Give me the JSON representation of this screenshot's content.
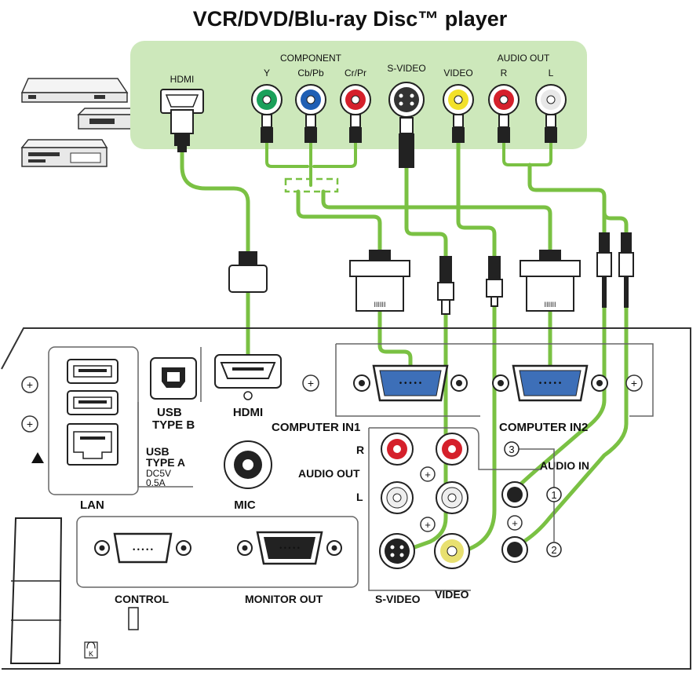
{
  "title": "VCR/DVD/Blu-ray Disc™ player",
  "source": {
    "labels": {
      "hdmi": "HDMI",
      "component": "COMPONENT",
      "y": "Y",
      "cb": "Cb/Pb",
      "cr": "Cr/Pr",
      "svideo": "S-VIDEO",
      "video": "VIDEO",
      "audio_out": "AUDIO OUT",
      "r": "R",
      "l": "L"
    },
    "colors": {
      "panel": "#cde8bb",
      "y": "#1aa05a",
      "cb": "#1f5fb4",
      "cr": "#d5202b",
      "video": "#f2e12a",
      "r": "#d5202b",
      "l": "#e8e8e8",
      "cable": "#7ac143"
    }
  },
  "projector": {
    "labels": {
      "lan": "LAN",
      "usb_type_b_line1": "USB",
      "usb_type_b_line2": "TYPE B",
      "usb_type_a_line1": "USB",
      "usb_type_a_line2": "TYPE A",
      "usb_type_a_line3": "DC5V",
      "usb_type_a_line4": "0.5A",
      "hdmi": "HDMI",
      "mic": "MIC",
      "computer_in1": "COMPUTER IN1",
      "computer_in2": "COMPUTER IN2",
      "audio_out": "AUDIO OUT",
      "r": "R",
      "l": "L",
      "audio_in": "AUDIO IN",
      "control": "CONTROL",
      "monitor_out": "MONITOR OUT",
      "svideo": "S-VIDEO",
      "video": "VIDEO",
      "n1": "1",
      "n2": "2",
      "n3": "3"
    }
  }
}
